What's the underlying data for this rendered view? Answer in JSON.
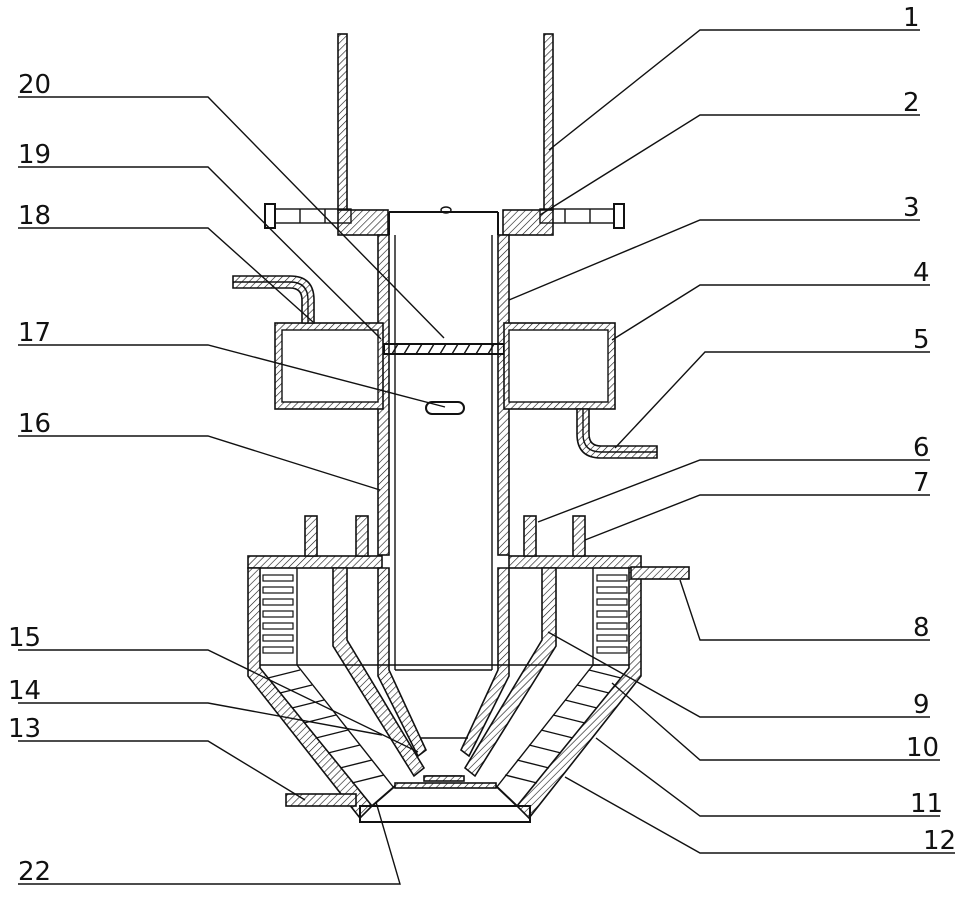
{
  "labels": {
    "n1": "1",
    "n2": "2",
    "n3": "3",
    "n4": "4",
    "n5": "5",
    "n6": "6",
    "n7": "7",
    "n8": "8",
    "n9": "9",
    "n10": "10",
    "n11": "11",
    "n12": "12",
    "n13": "13",
    "n14": "14",
    "n15": "15",
    "n16": "16",
    "n17": "17",
    "n18": "18",
    "n19": "19",
    "n20": "20",
    "n22": "22"
  },
  "colors": {
    "line": "#111111",
    "background": "#ffffff"
  }
}
